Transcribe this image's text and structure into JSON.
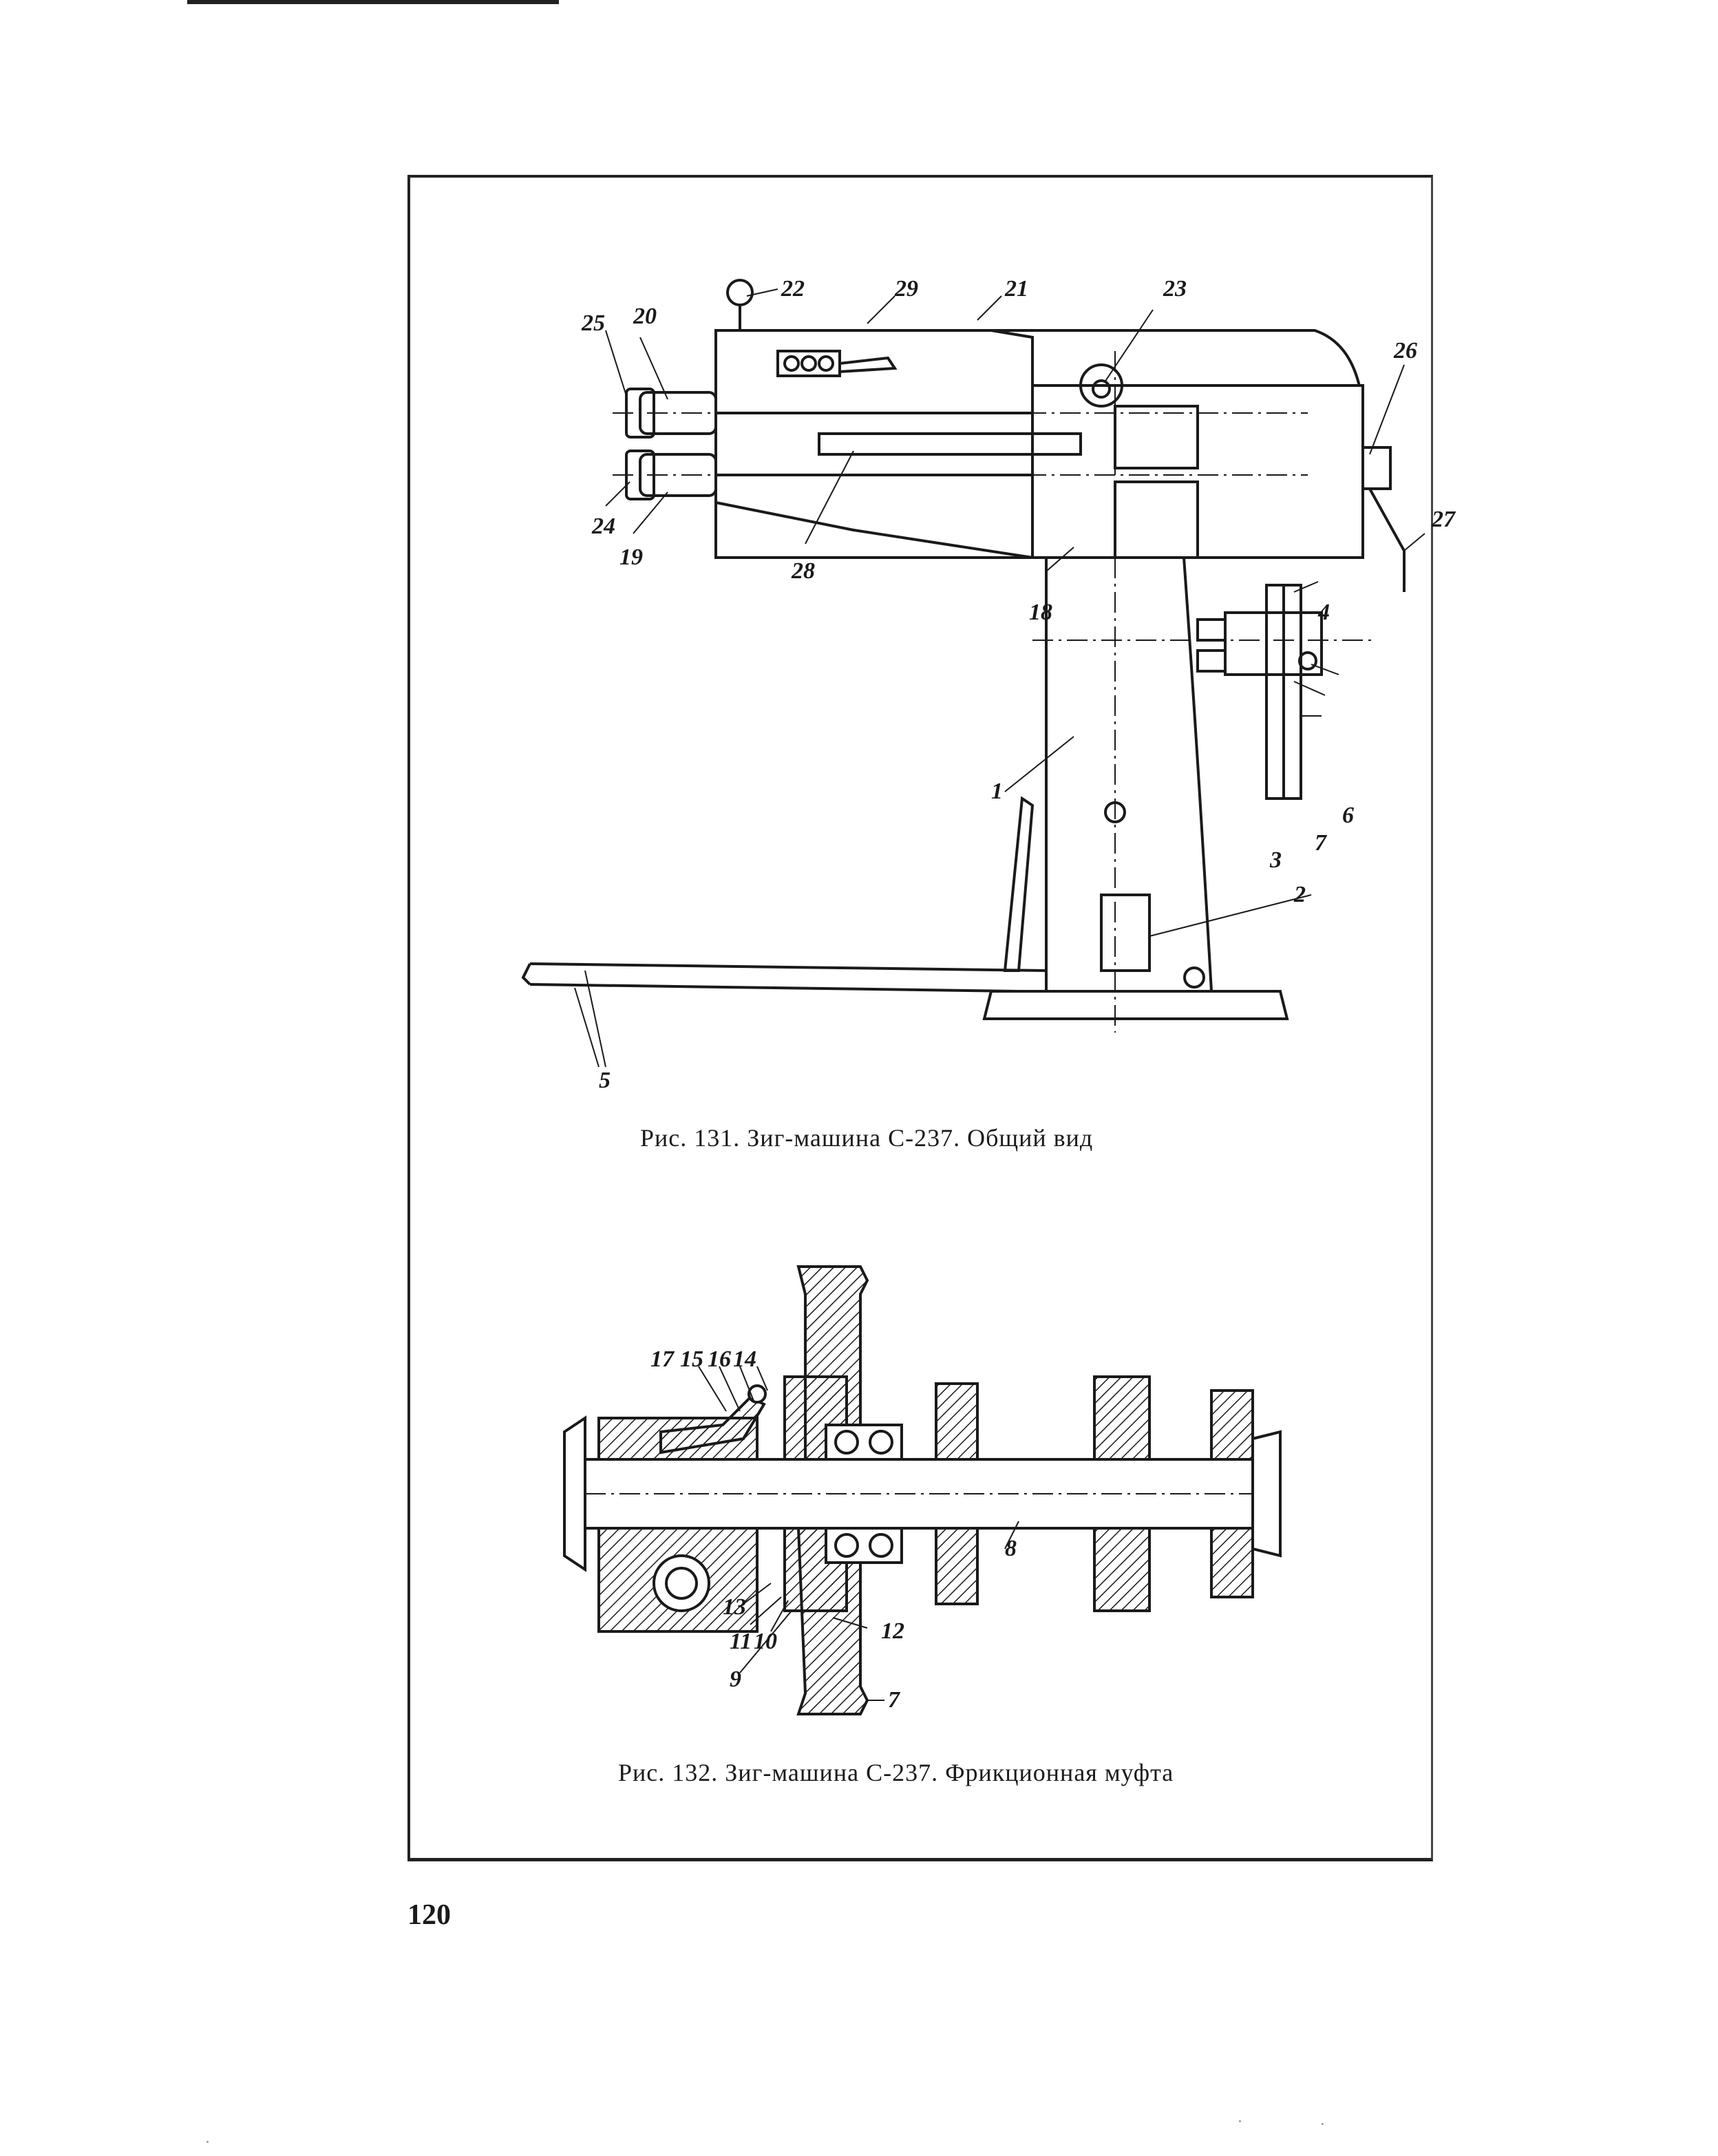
{
  "figure_131": {
    "caption": "Рис. 131. Зиг-машина С-237. Общий вид",
    "callouts": [
      "22",
      "29",
      "21",
      "23",
      "25",
      "20",
      "26",
      "27",
      "24",
      "19",
      "28",
      "18",
      "4",
      "1",
      "6",
      "7",
      "3",
      "2",
      "5"
    ]
  },
  "figure_132": {
    "caption": "Рис. 132. Зиг-машина С-237. Фрикционная муфта",
    "callouts": [
      "17",
      "15",
      "16",
      "14",
      "8",
      "13",
      "12",
      "11",
      "10",
      "9",
      "7"
    ]
  },
  "page_number": "120"
}
